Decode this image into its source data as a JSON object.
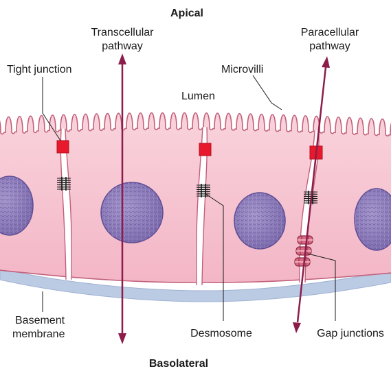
{
  "labels": {
    "apical": "Apical",
    "basolateral": "Basolateral",
    "transcellular_line1": "Transcellular",
    "transcellular_line2": "pathway",
    "paracellular_line1": "Paracellular",
    "paracellular_line2": "pathway",
    "tight_junction": "Tight junction",
    "microvilli": "Microvilli",
    "lumen": "Lumen",
    "basement_line1": "Basement",
    "basement_line2": "membrane",
    "desmosome": "Desmosome",
    "gap_junctions": "Gap junctions"
  },
  "colors": {
    "cell_fill": "#f6c9d4",
    "cell_edge": "#c2607a",
    "nucleus": "#8a78b8",
    "tight_junction": "#e8192c",
    "arrow": "#8c1d4a",
    "basement": "#bccbe4",
    "gap_junction": "#d96a84"
  },
  "icons": {
    "tight_junction": "red-square-marker",
    "desmosome": "black-hatched-plaque",
    "gap_junction": "stacked-ring-channels"
  }
}
